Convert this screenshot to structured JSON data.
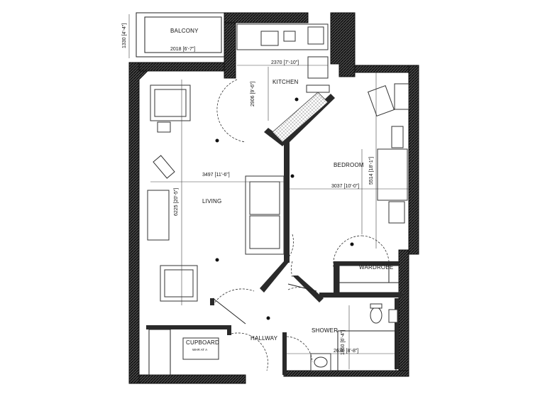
{
  "rooms": {
    "balcony": "BALCONY",
    "kitchen": "KITCHEN",
    "living": "LIVING",
    "bedroom": "BEDROOM",
    "wardrobe": "WARDROBE",
    "cupboard": "CUPBOARD",
    "hallway": "HALLWAY",
    "shower": "SHOWER"
  },
  "dimensions": {
    "balcony_width": "2018 [6'-7\"]",
    "balcony_depth": "1330 [4'-4\"]",
    "kitchen_width": "2370 [7'-10\"]",
    "kitchen_depth": "2906 [9'-6\"]",
    "living_width": "3497 [11'-6\"]",
    "living_depth": "6225 [20'-5\"]",
    "bedroom_width": "3037 [10'-0\"]",
    "bedroom_depth": "5514 [18'-1\"]",
    "shower_width": "2630 [8'-8\"]",
    "shower_depth": "1950 [6'-4\"]"
  },
  "notes": {
    "cupboard_note": "WHR AT A"
  },
  "icons": [
    "light-fitting-icon",
    "socket-icon",
    "sink-icon",
    "hob-icon",
    "toilet-icon",
    "washbasin-icon",
    "sofa-icon",
    "armchair-icon",
    "bed-icon"
  ]
}
